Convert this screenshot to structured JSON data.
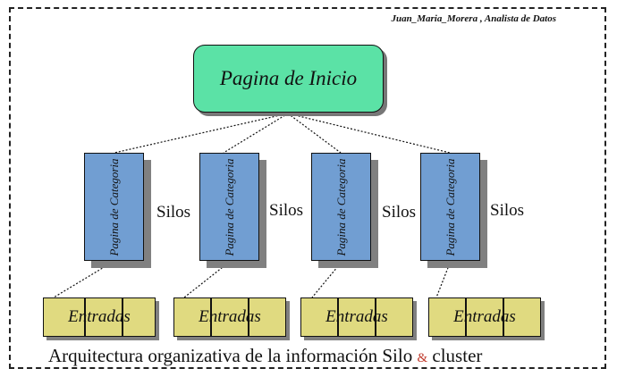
{
  "author": "Juan_Maria_Morera , Analista de Datos",
  "home": {
    "label": "Pagina de Inicio",
    "color": "#5be2a6"
  },
  "categories": [
    {
      "label": "Pagina de Categoria",
      "silos": "Silos",
      "entries": "Entradas"
    },
    {
      "label": "Pagina de Categoria",
      "silos": "Silos",
      "entries": "Entradas"
    },
    {
      "label": "Pagina de Categoria",
      "silos": "Silos",
      "entries": "Entradas"
    },
    {
      "label": "Pagina de Categoria",
      "silos": "Silos",
      "entries": "Entradas"
    }
  ],
  "caption": {
    "before": "Arquitectura organizativa de la información Silo ",
    "amp": "&",
    "after": " cluster"
  }
}
